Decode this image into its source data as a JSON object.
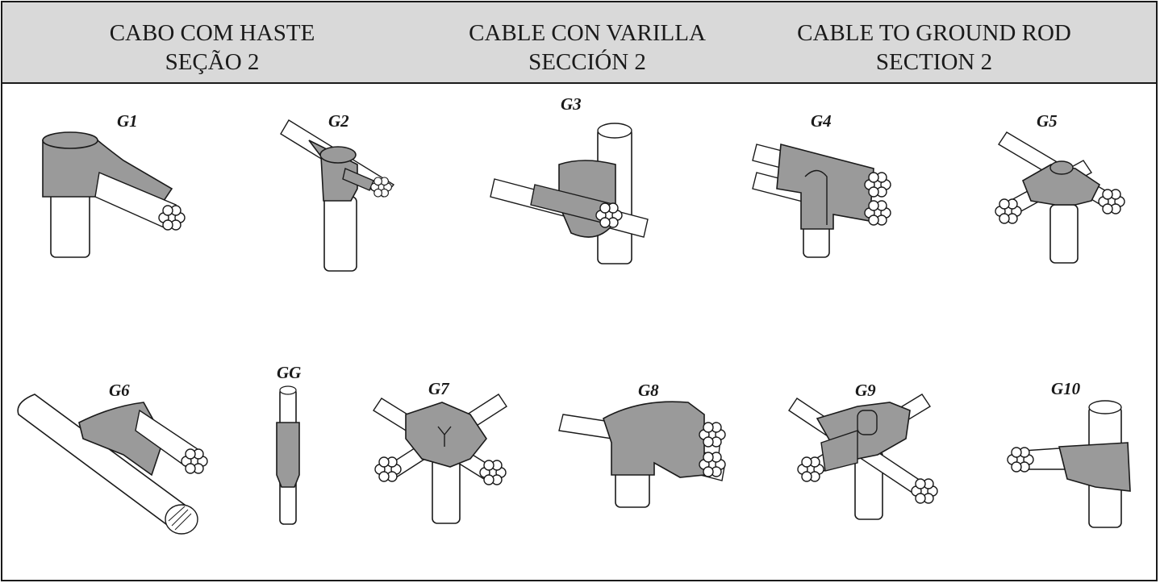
{
  "header": {
    "portuguese": {
      "line1": "CABO COM HASTE",
      "line2": "SEÇÃO 2"
    },
    "spanish": {
      "line1": "CABLE CON VARILLA",
      "line2": "SECCIÓN 2"
    },
    "english": {
      "line1": "CABLE TO GROUND ROD",
      "line2": "SECTION 2"
    }
  },
  "connections": [
    {
      "label": "G1",
      "icon": "cable-to-rod-top-tee-icon"
    },
    {
      "label": "G2",
      "icon": "cable-through-rod-top-icon"
    },
    {
      "label": "G3",
      "icon": "cable-to-rod-side-icon"
    },
    {
      "label": "G4",
      "icon": "parallel-cables-to-rod-icon"
    },
    {
      "label": "G5",
      "icon": "cross-cables-to-rod-top-icon"
    },
    {
      "label": "G6",
      "icon": "cable-parallel-to-rod-icon"
    },
    {
      "label": "GG",
      "icon": "rod-to-rod-splice-icon"
    },
    {
      "label": "G7",
      "icon": "four-way-cross-to-rod-icon"
    },
    {
      "label": "G8",
      "icon": "double-cable-tee-to-rod-icon"
    },
    {
      "label": "G9",
      "icon": "crossed-cables-over-rod-icon"
    },
    {
      "label": "G10",
      "icon": "cable-to-rod-side-wrap-icon"
    }
  ],
  "colors": {
    "weld": "#9a9a9a",
    "header_bg": "#d9d9d9",
    "line": "#1a1a1a"
  }
}
